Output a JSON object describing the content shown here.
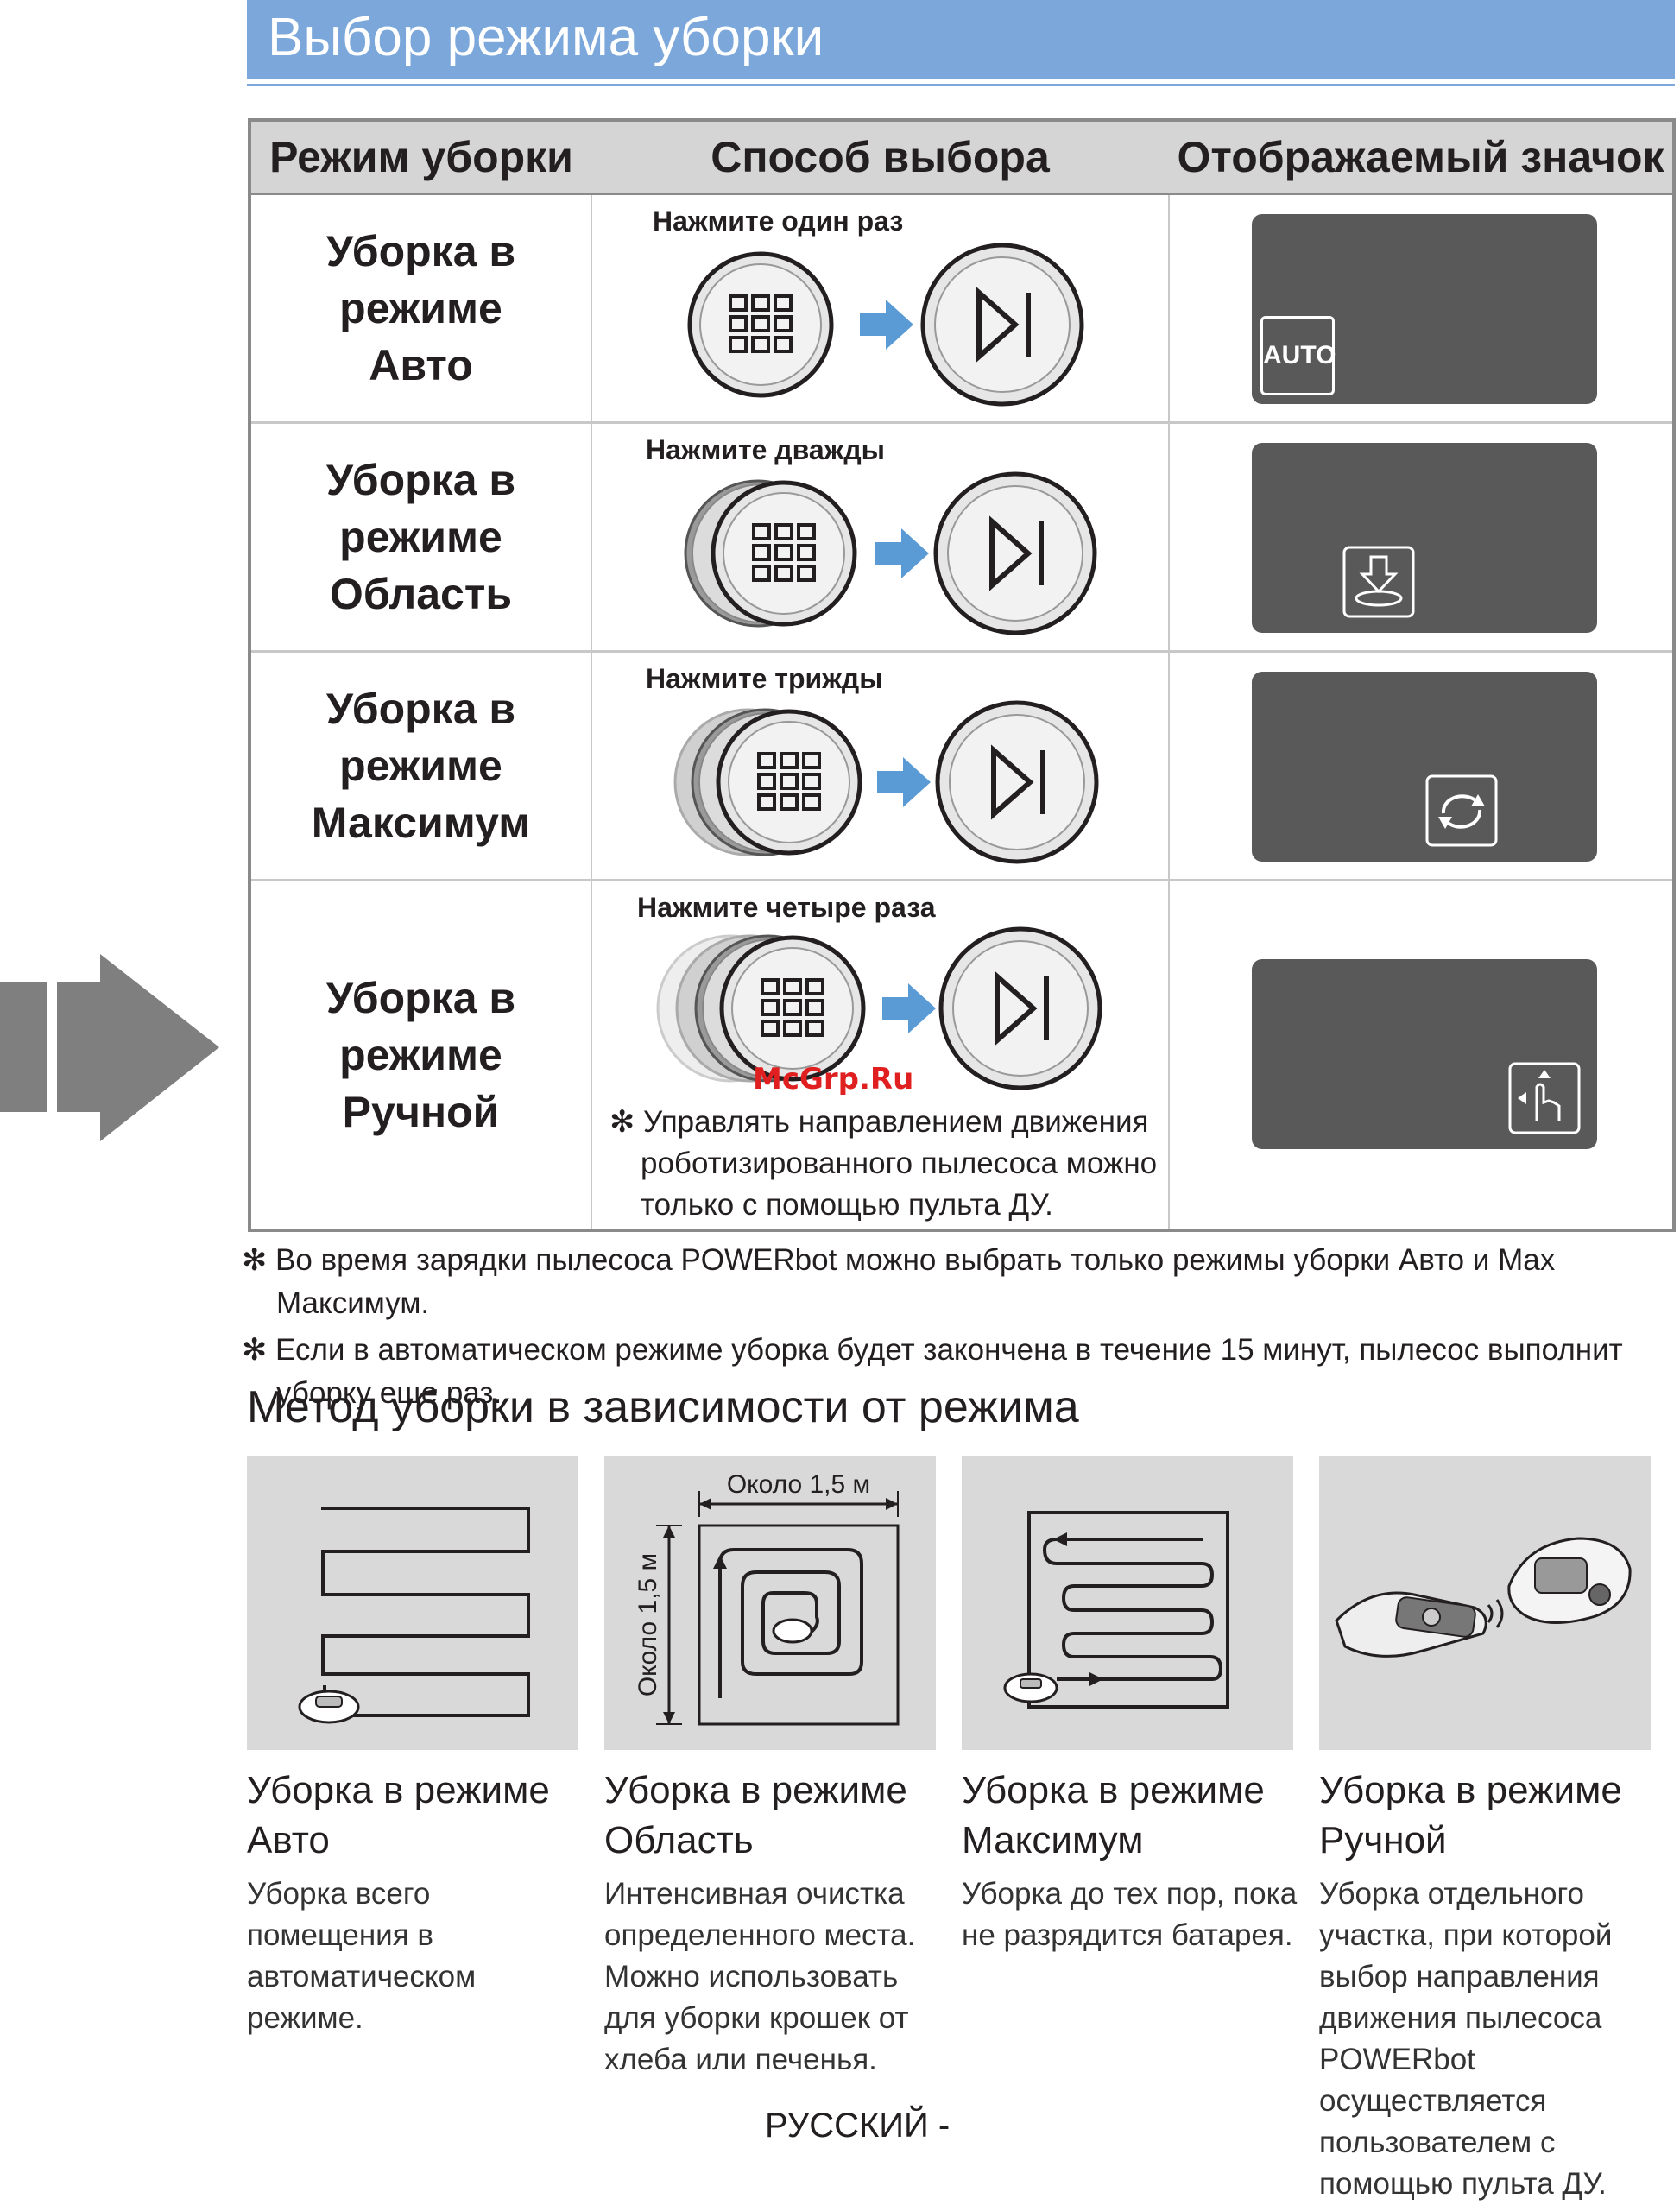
{
  "header": {
    "title": "Выбор режима уборки"
  },
  "table": {
    "columns": [
      "Режим уборки",
      "Способ выбора",
      "Отображаемый значок"
    ],
    "rows": [
      {
        "mode": "Уборка в режиме Авто",
        "press": "Нажмите один раз",
        "icon": "auto-icon",
        "icon_label": "AUTO"
      },
      {
        "mode": "Уборка в режиме Область",
        "press": "Нажмите дважды",
        "icon": "spot-clean-icon"
      },
      {
        "mode": "Уборка в режиме Максимум",
        "press": "Нажмите трижды",
        "icon": "repeat-icon"
      },
      {
        "mode": "Уборка в режиме Ручной",
        "press": "Нажмите четыре раза",
        "icon": "manual-hand-icon",
        "note": "✻ Управлять направлением движения роботизированного пылесоса можно только с помощью пульта ДУ."
      }
    ]
  },
  "watermark": "McGrp.Ru",
  "notes": [
    "✻ Во время зарядки пылесоса POWERbot можно выбрать только режимы уборки Авто и Max Максимум.",
    "✻ Если в автоматическом режиме уборка будет закончена в течение 15 минут, пылесос выполнит уборку еще раз."
  ],
  "section_title": "Метод уборки в зависимости от режима",
  "diagram": {
    "width_label": "Около 1,5 м",
    "height_label": "Около 1,5 м"
  },
  "methods": [
    {
      "title": "Уборка в режиме Авто",
      "description": "Уборка всего помещения в автоматическом режиме."
    },
    {
      "title": "Уборка в режиме Область",
      "description": "Интенсивная очистка определенного места. Можно использовать для уборки крошек от хлеба или печенья."
    },
    {
      "title": "Уборка в режиме Максимум",
      "description": "Уборка до тех пор, пока не разрядится батарея."
    },
    {
      "title": "Уборка в режиме Ручной",
      "description": "Уборка отдельного участка, при которой выбор направления движения пылесоса POWERbot осуществляется пользователем с помощью пульта ДУ."
    }
  ],
  "footer": {
    "language": "РУССКИЙ -"
  },
  "colors": {
    "title_bar": "#7ba7da",
    "arrow": "#5b9bd5",
    "screen": "#595959",
    "panel": "#d9d9d9",
    "side_tab": "#7f7f7f"
  }
}
